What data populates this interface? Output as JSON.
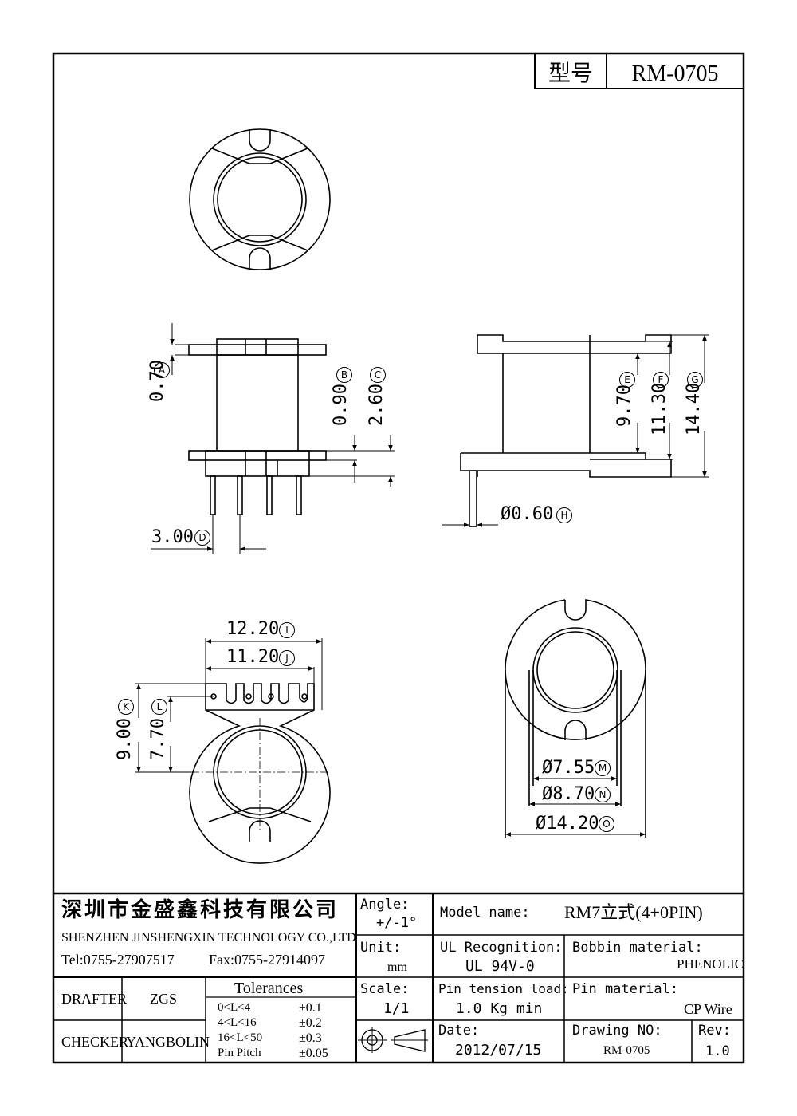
{
  "model_box": {
    "label_cn": "型号",
    "model": "RM-0705"
  },
  "dimensions": {
    "A": {
      "value": "0.70",
      "tag": "A"
    },
    "B": {
      "value": "0.90",
      "tag": "B"
    },
    "C": {
      "value": "2.60",
      "tag": "C"
    },
    "D": {
      "value": "3.00",
      "tag": "D"
    },
    "E": {
      "value": "9.70",
      "tag": "E"
    },
    "F": {
      "value": "11.30",
      "tag": "F"
    },
    "G": {
      "value": "14.40",
      "tag": "G"
    },
    "H": {
      "value": "Ø0.60",
      "tag": "H"
    },
    "I": {
      "value": "12.20",
      "tag": "I"
    },
    "J": {
      "value": "11.20",
      "tag": "J"
    },
    "K": {
      "value": "9.00",
      "tag": "K"
    },
    "L": {
      "value": "7.70",
      "tag": "L"
    },
    "M": {
      "value": "Ø7.55",
      "tag": "M"
    },
    "N": {
      "value": "Ø8.70",
      "tag": "N"
    },
    "O": {
      "value": "Ø14.20",
      "tag": "O"
    }
  },
  "title_block": {
    "company_cn": "深圳市金盛鑫科技有限公司",
    "company_en": "SHENZHEN JINSHENGXIN TECHNOLOGY CO.,LTD",
    "tel": "Tel:0755-27907517",
    "fax": "Fax:0755-27914097",
    "drafter_label": "DRAFTER",
    "drafter": "ZGS",
    "checker_label": "CHECKER",
    "checker": "YANGBOLIN",
    "tolerances_title": "Tolerances",
    "tolerances": [
      {
        "range": "0<L<4",
        "value": "±0.1"
      },
      {
        "range": "4<L<16",
        "value": "±0.2"
      },
      {
        "range": "16<L<50",
        "value": "±0.3"
      },
      {
        "range": "Pin Pitch",
        "value": "±0.05"
      }
    ],
    "angle_label": "Angle:",
    "angle_value": "+/-1°",
    "unit_label": "Unit:",
    "unit_value": "mm",
    "scale_label": "Scale:",
    "scale_value": "1/1",
    "model_name_label": "Model name:",
    "model_name": "RM7立式(4+0PIN)",
    "ul_label": "UL Recognition:",
    "ul_value": "UL 94V-0",
    "bobbin_label": "Bobbin material:",
    "bobbin_value": "PHENOLIC",
    "pin_tension_label": "Pin tension load:",
    "pin_tension_value": "1.0 Kg min",
    "pin_material_label": "Pin material:",
    "pin_material_value": "CP Wire",
    "date_label": "Date:",
    "date_value": "2012/07/15",
    "drawing_no_label": "Drawing NO:",
    "drawing_no": "RM-0705",
    "rev_label": "Rev:",
    "rev_value": "1.0"
  }
}
